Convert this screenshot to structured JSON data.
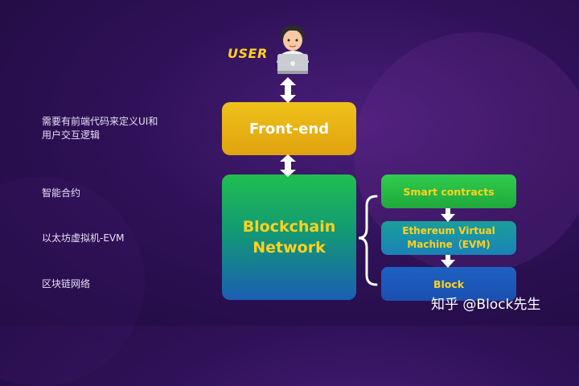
{
  "user_label": "USER",
  "boxes": {
    "frontend": "Front-end",
    "blockchain": "Blockchain\nNetwork",
    "smart_contracts": "Smart contracts",
    "evm": "Ethereum Virtual\nMachine（EVM)",
    "block": "Block"
  },
  "notes": {
    "frontend": "需要有前端代码来定义UI和\n用户交互逻辑",
    "smart_contracts": "智能合约",
    "evm": "以太坊虚拟机-EVM",
    "block": "区块链网络"
  },
  "watermark": "知乎 @Block先生",
  "colors": {
    "label_yellow": "#ffd21f",
    "frontend_fill": "#e7b214",
    "arrow_white": "#ffffff",
    "background": "#2f1158"
  },
  "icons": [
    "developer-with-laptop-icon",
    "double-arrow-icon",
    "down-arrow-icon",
    "curly-brace-icon"
  ]
}
